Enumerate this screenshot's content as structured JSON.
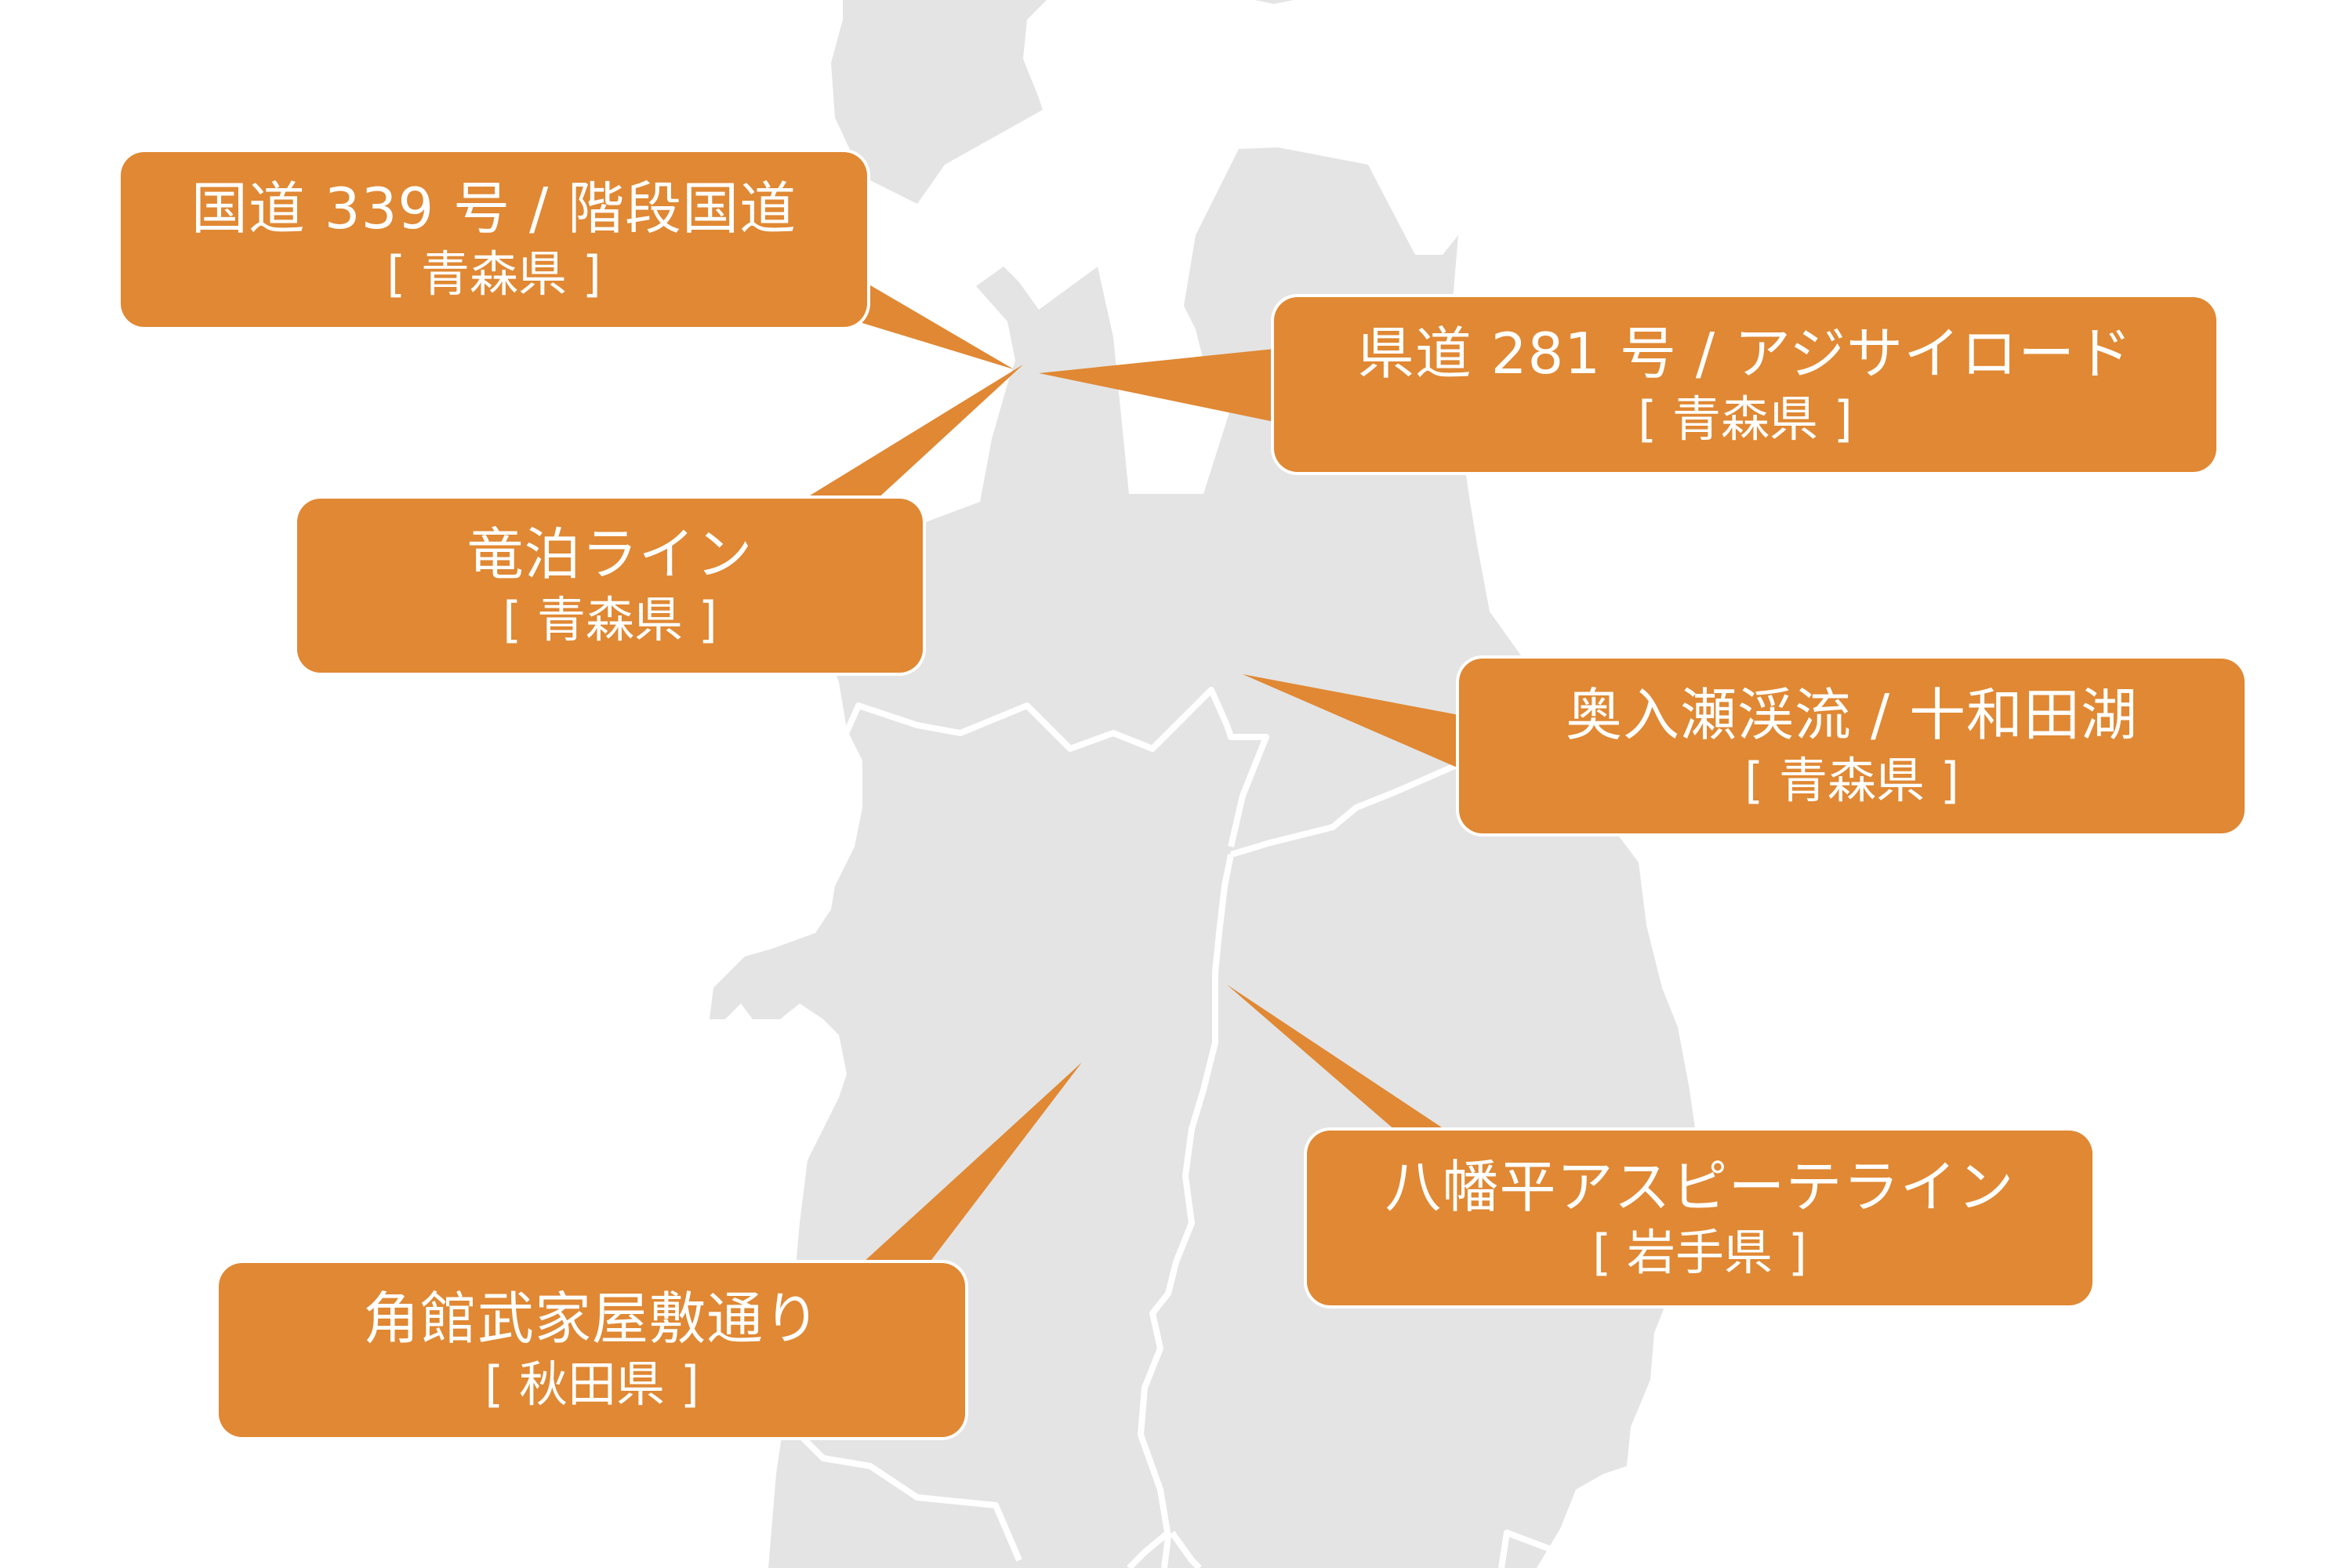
{
  "colors": {
    "land": "#E4E4E4",
    "border": "#FFFFFF",
    "callout": "#E08833",
    "text": "#FFFFFF",
    "background": "#FFFFFF"
  },
  "map": {
    "region": "Tohoku (northern Honshu)",
    "prefectures_shown": [
      "青森県",
      "秋田県",
      "岩手県"
    ]
  },
  "callouts": [
    {
      "title": "国道 339 号 / 階段国道",
      "prefecture": "[ 青森県 ]"
    },
    {
      "title": "県道 281 号 / アジサイロード",
      "prefecture": "[ 青森県 ]"
    },
    {
      "title": "竜泊ライン",
      "prefecture": "[ 青森県 ]"
    },
    {
      "title": "奥入瀬渓流 / 十和田湖",
      "prefecture": "[ 青森県 ]"
    },
    {
      "title": "八幡平アスピーテライン",
      "prefecture": "[ 岩手県 ]"
    },
    {
      "title": "角館武家屋敷通り",
      "prefecture": "[ 秋田県 ]"
    }
  ]
}
